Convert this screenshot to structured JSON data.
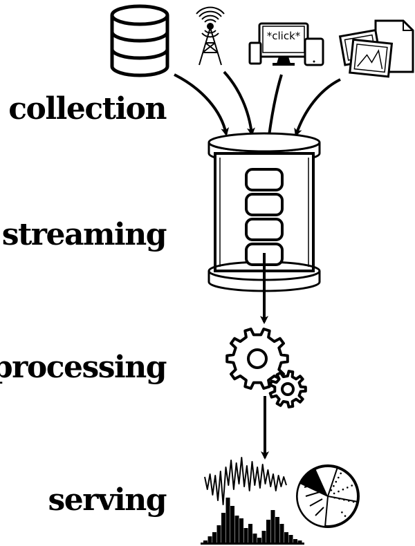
{
  "stages": {
    "collection": "collection",
    "streaming": "streaming",
    "processing": "processing",
    "serving": "serving"
  },
  "sources": {
    "click_text": "*click*"
  },
  "icons": {
    "database": "database-icon",
    "antenna": "antenna-icon",
    "devices": "devices-icon",
    "photos": "photos-icon",
    "stream_buffer": "stream-buffer-icon",
    "gears": "gears-icon",
    "waveform": "waveform-icon",
    "bar_histogram": "bar-histogram-icon",
    "pie_chart": "pie-chart-icon"
  },
  "colors": {
    "ink": "#000000",
    "paper": "#ffffff"
  }
}
